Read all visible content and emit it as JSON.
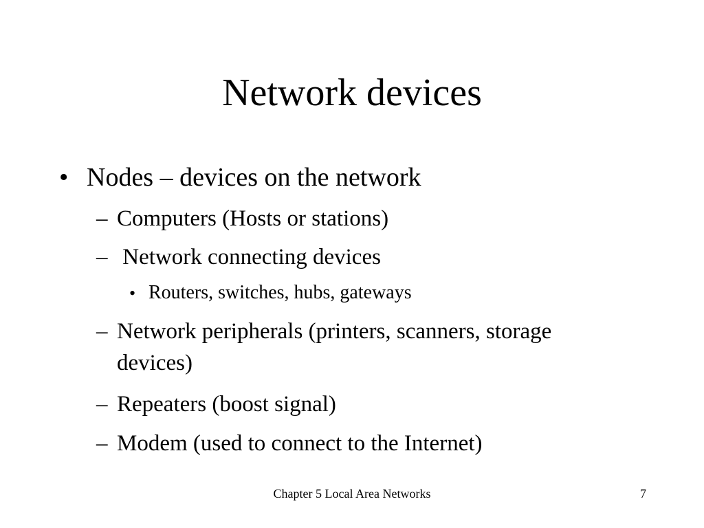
{
  "slide": {
    "title": "Network devices",
    "bullets": [
      {
        "marker": "•",
        "text": "Nodes – devices on the network"
      },
      {
        "marker": "–",
        "text": "Computers (Hosts or stations)"
      },
      {
        "marker": "–",
        "text": " Network connecting devices"
      },
      {
        "marker": "•",
        "text": "Routers, switches, hubs, gateways"
      },
      {
        "marker": "–",
        "text_line1": "Network peripherals (printers, scanners, storage",
        "text_line2": "devices)"
      },
      {
        "marker": "–",
        "text": "Repeaters (boost signal)"
      },
      {
        "marker": "–",
        "text": "Modem (used to connect to the Internet)"
      }
    ],
    "footer": {
      "center": "Chapter 5 Local Area Networks",
      "page_number": "7"
    }
  }
}
